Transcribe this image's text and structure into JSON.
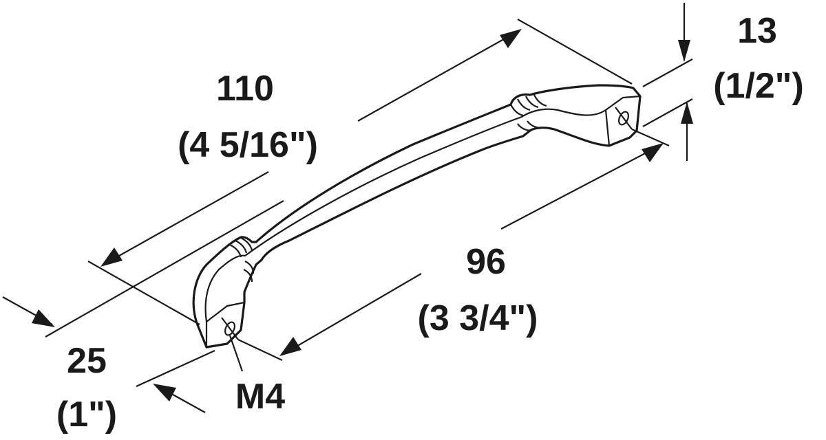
{
  "dimensions": {
    "overall_length": {
      "value": "110",
      "imperial": "(4 5/16\")"
    },
    "hole_spacing": {
      "value": "96",
      "imperial": "(3 3/4\")"
    },
    "projection": {
      "value": "25",
      "imperial": "(1\")"
    },
    "width": {
      "value": "13",
      "imperial": "(1/2\")"
    },
    "thread": {
      "value": "M4"
    }
  }
}
